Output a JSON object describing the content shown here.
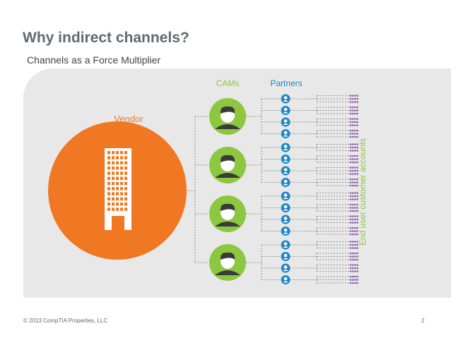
{
  "slide": {
    "title": "Why indirect channels?",
    "subtitle": "Channels as a Force Multiplier",
    "footer_copyright": "© 2013 CompTIA Properties, LLC",
    "page_number": "2"
  },
  "diagram": {
    "vendor_label": "Vendor",
    "cams_label": "CAMs",
    "partners_label": "Partners",
    "accounts_label": "End user customer accounts",
    "cam_count": 4,
    "partners_per_cam": 4,
    "accounts_per_partner": 3,
    "icons": {
      "vendor": "office-building-icon",
      "cam": "person-icon",
      "partner": "person-icon",
      "account": "dot-icon"
    },
    "colors": {
      "vendor": "#f07822",
      "vendor_label": "#f07822",
      "cam": "#8dc63f",
      "cams_label": "#8dc63f",
      "partner": "#1e88c8",
      "partners_label": "#1e88c8",
      "account": "#8a5aa8",
      "accounts_label": "#8dc63f",
      "connector": "#7a7a7a"
    }
  }
}
